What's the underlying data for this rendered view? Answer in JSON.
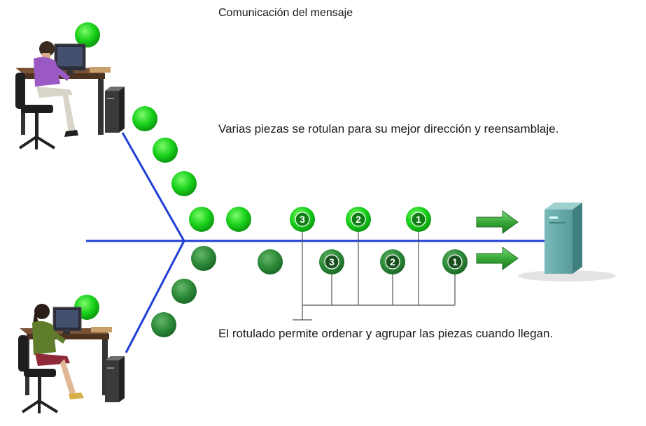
{
  "title": "Comunicación del mensaje",
  "notes": {
    "labeling": "Varias piezas se rotulan para su mejor dirección y reensamblaje.",
    "ordering": "El rotulado permite ordenar y agrupar las piezas cuando llegan."
  },
  "colors": {
    "line": "#1f3fd6",
    "packet_light": "#19d11a",
    "packet_dark": "#2e8b3a",
    "arrow": "#33a333",
    "server": "#5fa3a3",
    "bracket": "#555555"
  },
  "icons": {
    "user_top": "person-at-computer-icon",
    "user_bottom": "person-at-computer-icon",
    "server": "server-tower-icon",
    "arrow": "right-arrow-icon"
  },
  "packets": {
    "light_labels": [
      "3",
      "2",
      "1"
    ],
    "dark_labels": [
      "3",
      "2",
      "1"
    ]
  }
}
